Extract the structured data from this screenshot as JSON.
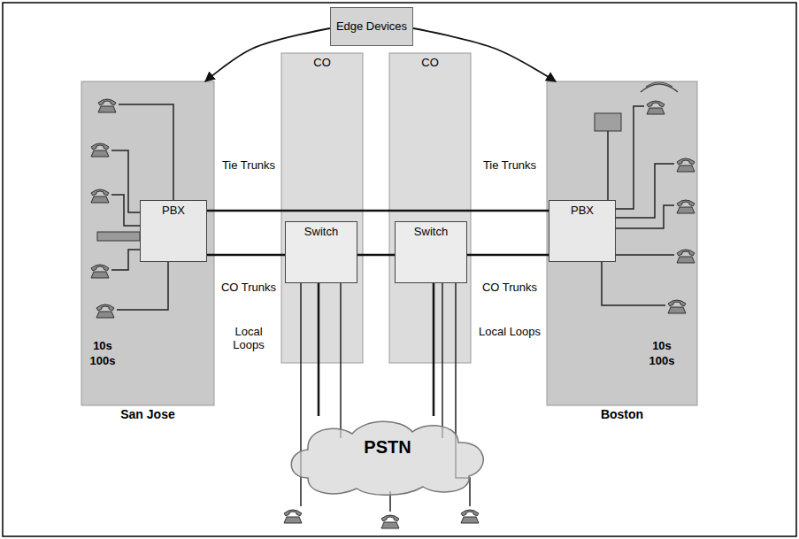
{
  "diagram": {
    "nodes": [
      {
        "text": [
          "Edge Devices"
        ]
      },
      {
        "text": [
          "San Jose"
        ]
      },
      {
        "text": [
          "PBX"
        ],
        "in": 1
      },
      {
        "text": [
          "CO"
        ]
      },
      {
        "text": [
          "Switch"
        ],
        "in": 3
      },
      {
        "text": [
          "CO"
        ]
      },
      {
        "text": [
          "Switch"
        ],
        "in": 5
      },
      {
        "text": [
          "Boston"
        ]
      },
      {
        "text": [
          "PBX"
        ],
        "in": 7
      },
      {
        "text": [
          "PSTN"
        ]
      }
    ],
    "edges": [
      {
        "from": 0,
        "to": 1,
        "arrow": "to"
      },
      {
        "from": 0,
        "to": 7,
        "arrow": "to"
      },
      {
        "from": 2,
        "to": 8,
        "arrow": "none"
      },
      {
        "from": 2,
        "to": 4,
        "arrow": "none"
      },
      {
        "from": 4,
        "to": 6,
        "arrow": "none"
      },
      {
        "from": 6,
        "to": 8,
        "arrow": "none"
      },
      {
        "from": 4,
        "to": 9,
        "arrow": "none"
      },
      {
        "from": 6,
        "to": 9,
        "arrow": "none"
      }
    ],
    "labels": [
      "Tie Trunks",
      "Tie Trunks",
      "CO Trunks",
      "CO Trunks",
      "Local Loops",
      "Local Loops",
      "10s",
      "100s",
      "10s",
      "100s"
    ]
  }
}
